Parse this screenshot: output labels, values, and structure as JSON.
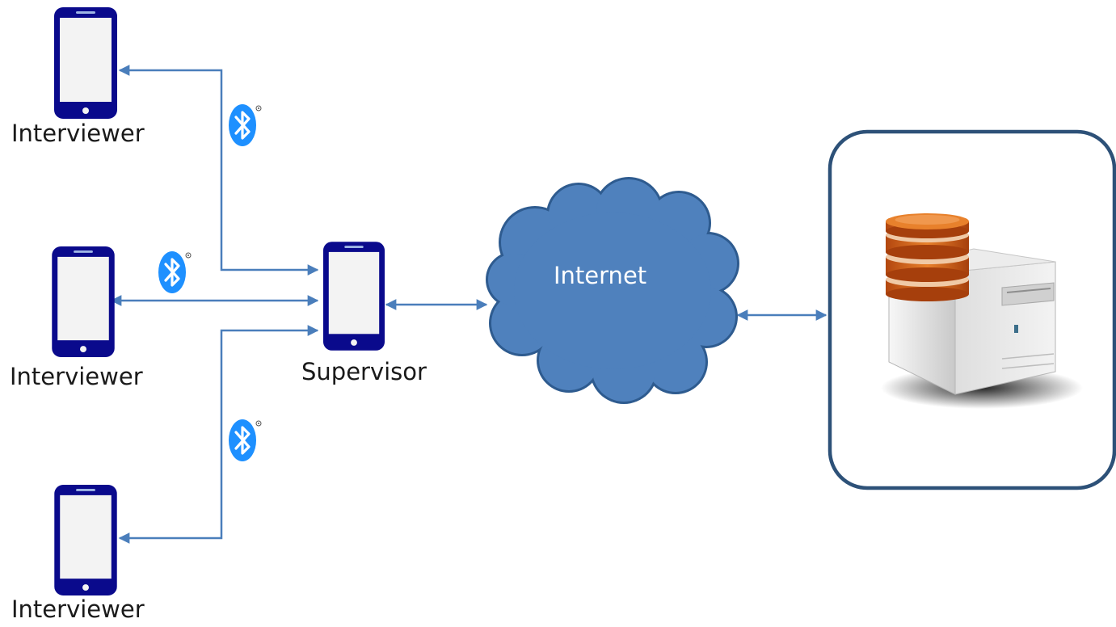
{
  "colors": {
    "phone_body": "#0a0a8c",
    "phone_screen": "#f3f3f3",
    "connector": "#4a7ebb",
    "cloud_fill": "#4f81bd",
    "cloud_stroke": "#2e5b8f",
    "server_frame": "#2d5178",
    "bluetooth": "#1e90ff",
    "database": "#e0761c"
  },
  "nodes": {
    "interviewer_top": {
      "label": "Interviewer",
      "icon": "smartphone-icon"
    },
    "interviewer_middle": {
      "label": "Interviewer",
      "icon": "smartphone-icon"
    },
    "interviewer_bottom": {
      "label": "Interviewer",
      "icon": "smartphone-icon"
    },
    "supervisor": {
      "label": "Supervisor",
      "icon": "smartphone-icon"
    },
    "internet": {
      "label": "Internet",
      "icon": "cloud-icon"
    },
    "server": {
      "icon": "database-server-icon"
    }
  },
  "links": [
    {
      "from": "supervisor",
      "to": "interviewer_top",
      "medium": "bluetooth-icon"
    },
    {
      "from": "supervisor",
      "to": "interviewer_middle",
      "medium": "bluetooth-icon"
    },
    {
      "from": "supervisor",
      "to": "interviewer_bottom",
      "medium": "bluetooth-icon"
    },
    {
      "from": "supervisor",
      "to": "internet"
    },
    {
      "from": "internet",
      "to": "server"
    }
  ]
}
